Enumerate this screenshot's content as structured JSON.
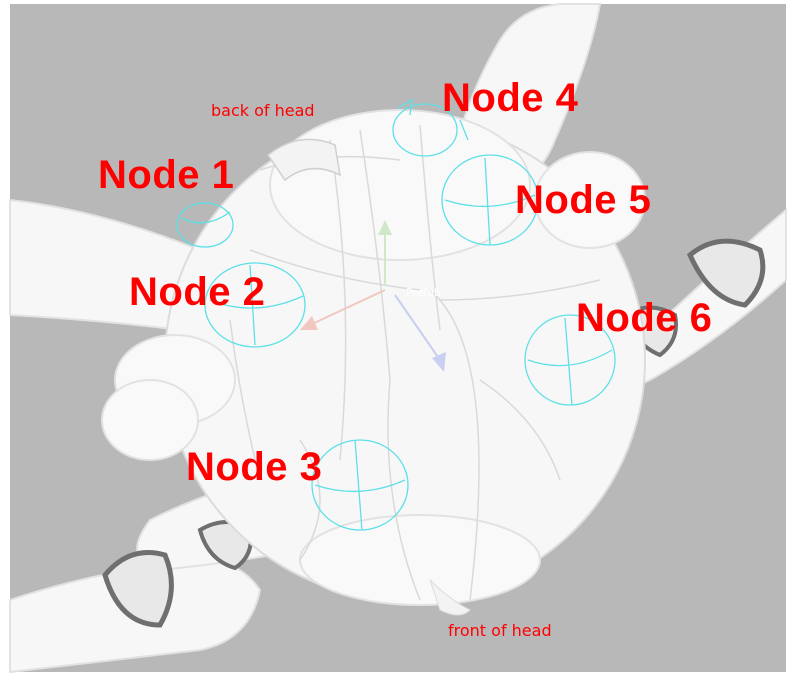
{
  "viewport": {
    "background_color": "#b8b8b8",
    "model_color": "#f7f7f7",
    "gizmo_color": "#5ee0e8",
    "label_color": "#ff0000"
  },
  "annotations": {
    "back_of_head": "back of head",
    "front_of_head": "front of head",
    "prefab": "Prefab"
  },
  "nodes": [
    {
      "label": "Node 1"
    },
    {
      "label": "Node 2"
    },
    {
      "label": "Node 3"
    },
    {
      "label": "Node 4"
    },
    {
      "label": "Node 5"
    },
    {
      "label": "Node 6"
    }
  ],
  "icons": {
    "transform_gizmo": "move-gizmo-icon",
    "bone_node": "bone-node-icon"
  }
}
